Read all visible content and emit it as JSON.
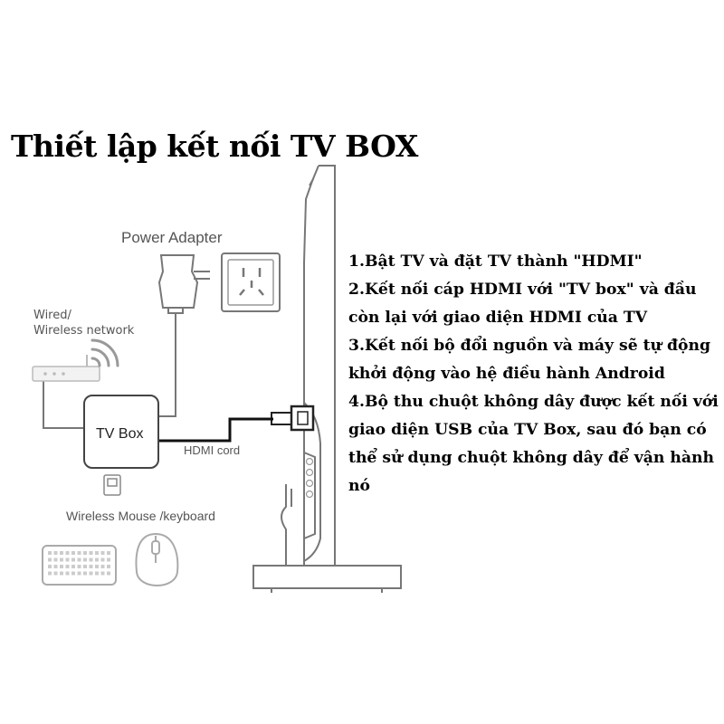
{
  "title": "Thiết lập kết nối TV BOX",
  "labels": {
    "power_adapter": "Power Adapter",
    "network_line1": "Wired/",
    "network_line2": "Wireless network",
    "tv_box": "TV Box",
    "hdmi_cord": "HDMI cord",
    "wireless_mouse_keyboard": "Wireless Mouse /keyboard"
  },
  "steps": [
    "1.Bật TV và đặt TV thành \"HDMI\"",
    "2.Kết nối cáp HDMI với \"TV box\" và đầu còn lại với giao diện HDMI của TV",
    "3.Kết nối bộ đổi nguồn và máy sẽ tự động khởi động vào hệ điều hành Android",
    "4.Bộ thu chuột không dây được kết nối với giao diện USB của TV Box, sau đó bạn có thể sử dụng chuột không dây để vận hành nó"
  ],
  "colors": {
    "title": "#000000",
    "line_art": "#777777",
    "cable": "#111111",
    "label_text": "#555555"
  }
}
